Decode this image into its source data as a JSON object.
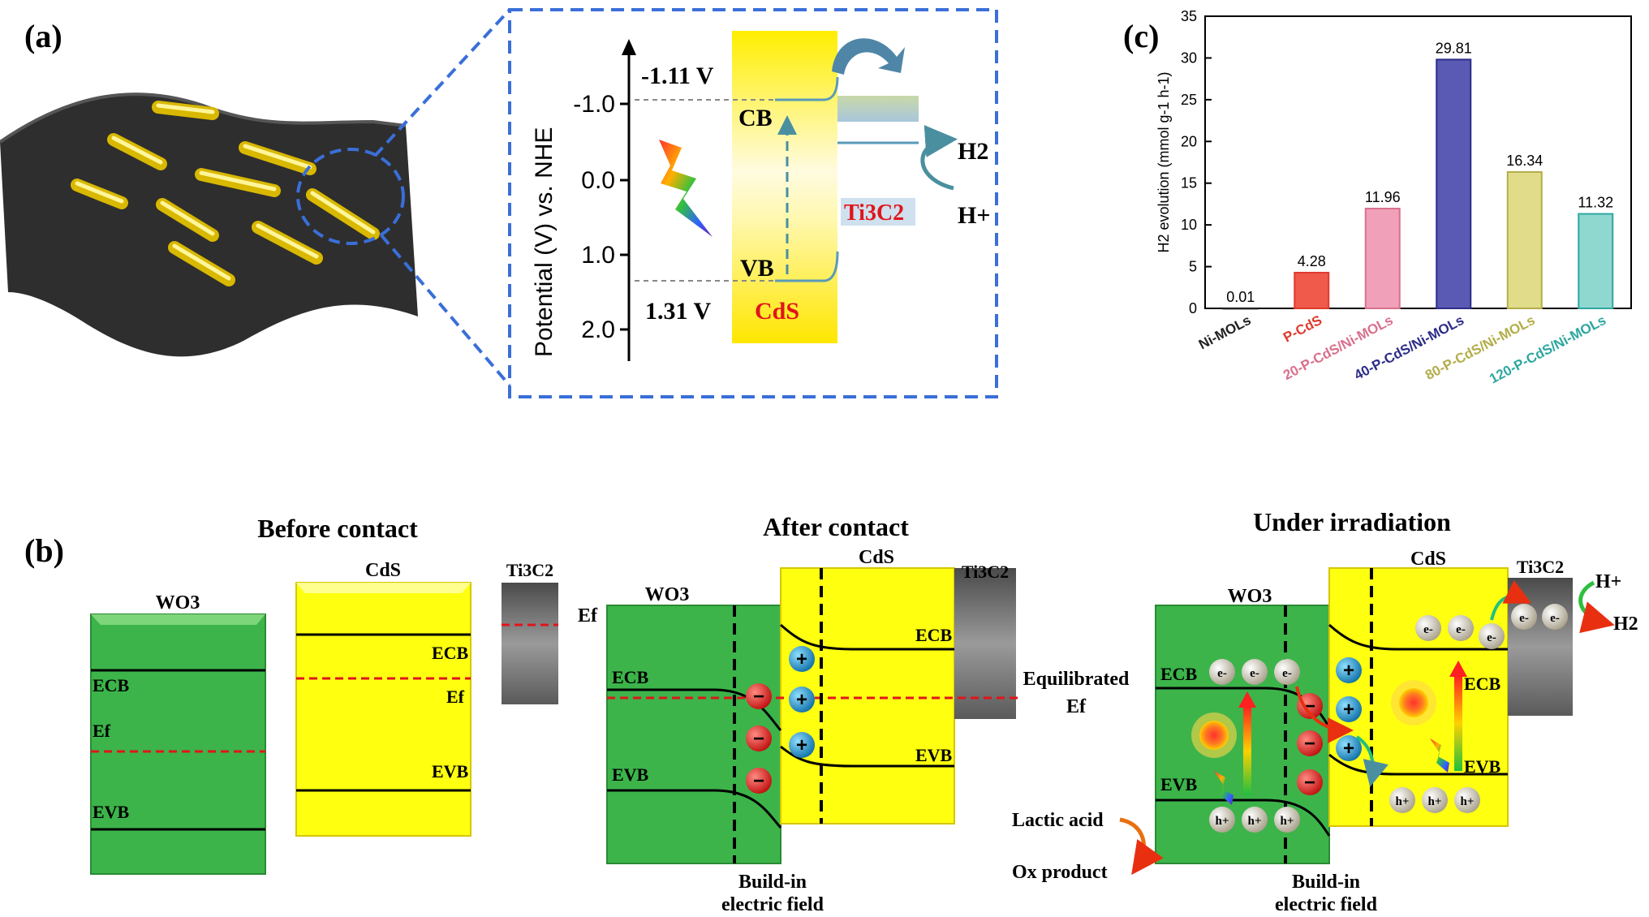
{
  "panel_labels": {
    "a": "(a)",
    "b": "(b)",
    "c": "(c)"
  },
  "panel_a": {
    "y_axis_label": "Potential (V) vs. NHE",
    "y_ticks": [
      "-1.0",
      "0.0",
      "1.0",
      "2.0"
    ],
    "cb_potential": "-1.11 V",
    "vb_potential": "1.31 V",
    "cb_label": "CB",
    "vb_label": "VB",
    "semiconductor": "CdS",
    "cocatalyst": "Ti3C2",
    "product": "H2",
    "reactant": "H+"
  },
  "panel_b": {
    "stages": [
      "Before contact",
      "After contact",
      "Under irradiation"
    ],
    "materials": {
      "wo3": "WO3",
      "cds": "CdS",
      "ti3c2": "Ti3C2"
    },
    "level_labels": {
      "ecb": "ECB",
      "evb": "EVB",
      "ef": "Ef"
    },
    "equilibrated_label_line1": "Equilibrated",
    "equilibrated_label_line2": "Ef",
    "field_label_line1": "Build-in",
    "field_label_line2": "electric field",
    "lactic_acid": "Lactic acid",
    "ox_product": "Ox product",
    "h_plus": "H+",
    "h2": "H2",
    "electron": "e-",
    "hole": "h+",
    "plus_sign": "+",
    "minus_sign": "−",
    "colors": {
      "wo3": "#3cb44a",
      "cds": "#ffff10",
      "ti3c2": "#7a7a7a",
      "ef_line": "#e0151b",
      "plus_charge": "#1b87b8",
      "minus_charge": "#d21b1b"
    }
  },
  "chart_data": {
    "type": "bar",
    "categories": [
      "Ni-MOLs",
      "P-CdS",
      "20-P-CdS/Ni-MOLs",
      "40-P-CdS/Ni-MOLs",
      "80-P-CdS/Ni-MOLs",
      "120-P-CdS/Ni-MOLs"
    ],
    "values": [
      0.01,
      4.28,
      11.96,
      29.81,
      16.34,
      11.32
    ],
    "value_labels": [
      "0.01",
      "4.28",
      "11.96",
      "29.81",
      "16.34",
      "11.32"
    ],
    "ylabel": "H2 evolution (mmol g-1 h-1)",
    "ylim": [
      0,
      35
    ],
    "yticks": [
      0,
      5,
      10,
      15,
      20,
      25,
      30,
      35
    ],
    "grid": false,
    "colors": [
      "#222222",
      "#e03a2e",
      "#d9708d",
      "#2d2d88",
      "#b3ad4a",
      "#2ea7a0"
    ],
    "fills": [
      "#888888",
      "#ef5a4a",
      "#f0a0b8",
      "#5a5ab5",
      "#e0dc8a",
      "#8fd8d0"
    ]
  }
}
